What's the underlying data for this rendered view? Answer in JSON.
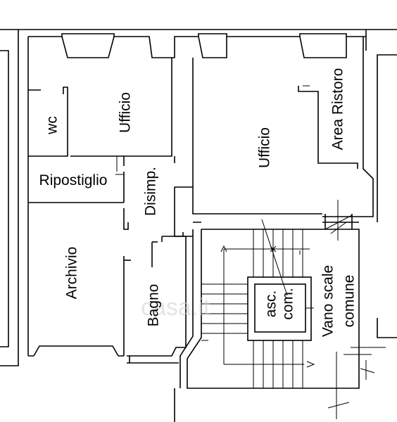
{
  "rooms": {
    "wc": "wc",
    "ufficio_left": "Ufficio",
    "ripostiglio": "Ripostiglio",
    "disimp": "Disimp.",
    "ufficio_right": "Ufficio",
    "area_ristoro": "Area Ristoro",
    "archivio": "Archivio",
    "bagno": "Bagno",
    "asc_line1": "asc.",
    "asc_line2": "com.",
    "vano_line1": "Vano scale",
    "vano_line2": "comune"
  },
  "watermark": "casa.it"
}
